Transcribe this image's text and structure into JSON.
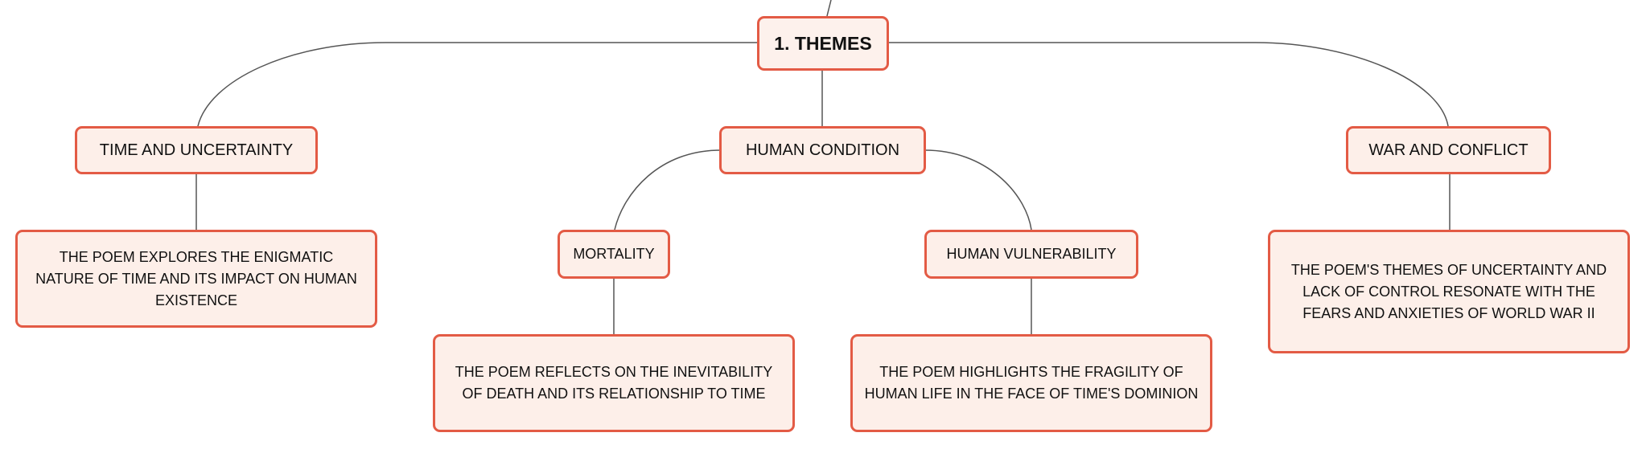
{
  "colors": {
    "node_border": "#e35b45",
    "node_fill": "#fdefe9",
    "connector": "#555555"
  },
  "root": {
    "label": "1. THEMES"
  },
  "branches": [
    {
      "label": "TIME AND UNCERTAINTY",
      "detail": "THE POEM EXPLORES THE ENIGMATIC NATURE OF TIME AND ITS IMPACT ON HUMAN EXISTENCE"
    },
    {
      "label": "HUMAN CONDITION",
      "children": [
        {
          "label": "MORTALITY",
          "detail": "THE POEM REFLECTS ON THE INEVITABILITY OF DEATH AND ITS RELATIONSHIP TO TIME"
        },
        {
          "label": "HUMAN VULNERABILITY",
          "detail": "THE POEM HIGHLIGHTS THE FRAGILITY OF HUMAN LIFE IN THE FACE OF TIME'S DOMINION"
        }
      ]
    },
    {
      "label": "WAR AND CONFLICT",
      "detail": "THE POEM'S THEMES OF UNCERTAINTY AND LACK OF CONTROL RESONATE WITH THE FEARS AND ANXIETIES OF WORLD WAR II"
    }
  ]
}
